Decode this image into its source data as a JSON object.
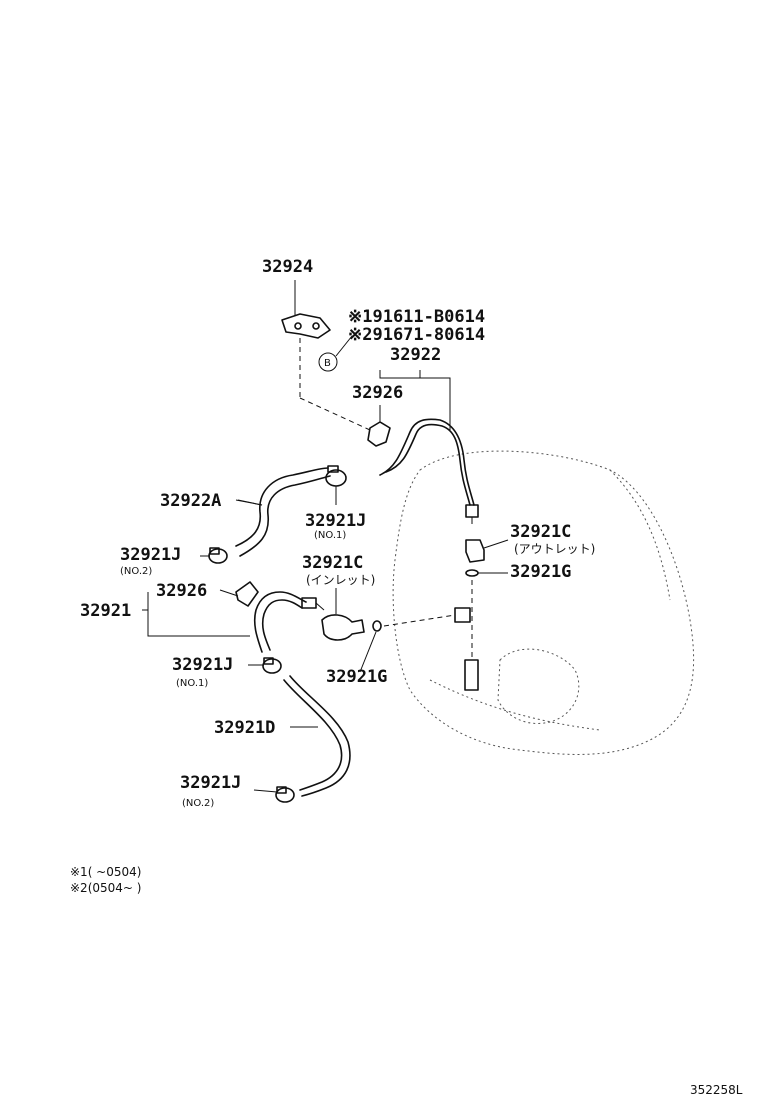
{
  "labels": {
    "p32924": "32924",
    "alt1": "※191611-B0614",
    "alt2": "※291671-80614",
    "circle_b": "B",
    "p32922": "32922",
    "p32926_top": "32926",
    "p32922A": "32922A",
    "p32921J_center": "32921J",
    "p32921J_center_no": "(NO.1)",
    "p32921C_outlet": "32921C",
    "p32921C_outlet_ja": "(アウトレット)",
    "p32921G_right": "32921G",
    "p32921J_left": "32921J",
    "p32921J_left_no": "(NO.2)",
    "p32921C_inlet": "32921C",
    "p32921C_inlet_ja": "(インレット)",
    "p32926_mid": "32926",
    "p32921": "32921",
    "p32921J_mid": "32921J",
    "p32921J_mid_no": "(NO.1)",
    "p32921G_center": "32921G",
    "p32921D": "32921D",
    "p32921J_bottom": "32921J",
    "p32921J_bottom_no": "(NO.2)"
  },
  "notes": {
    "note1": "※1(      ~0504)",
    "note2": "※2(0504~      )"
  },
  "footer": {
    "diagram_code": "352258L"
  }
}
